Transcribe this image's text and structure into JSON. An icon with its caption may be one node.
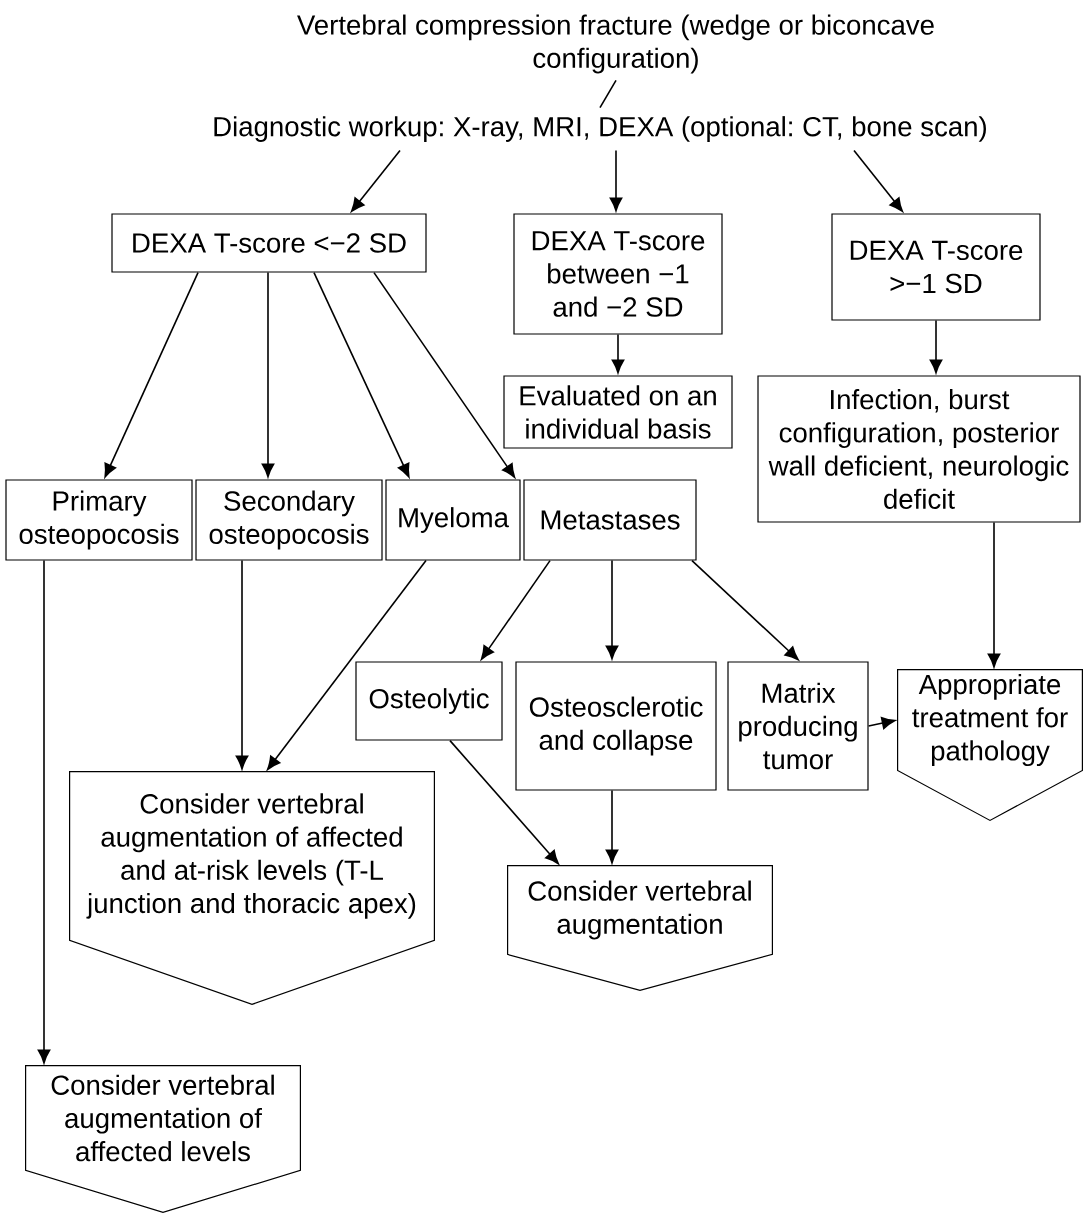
{
  "diagram": {
    "nodes": [
      {
        "text": [
          "Vertebral compression fracture (wedge or biconcave configuration)"
        ]
      },
      {
        "text": [
          "Diagnostic workup: X-ray, MRI, DEXA (optional: CT, bone scan)"
        ]
      },
      {
        "text": [
          "DEXA T-score <−2 SD"
        ]
      },
      {
        "text": [
          "DEXA T-score between −1 and −2 SD"
        ]
      },
      {
        "text": [
          "DEXA T-score >−1 SD"
        ]
      },
      {
        "text": [
          "Evaluated on an individual basis"
        ]
      },
      {
        "text": [
          "Infection, burst configuration, posterior wall deficient, neurologic deficit"
        ]
      },
      {
        "text": [
          "Primary osteopocosis"
        ]
      },
      {
        "text": [
          "Secondary osteopocosis"
        ]
      },
      {
        "text": [
          "Myeloma"
        ]
      },
      {
        "text": [
          "Metastases"
        ]
      },
      {
        "text": [
          "Osteolytic"
        ]
      },
      {
        "text": [
          "Osteosclerotic and collapse"
        ]
      },
      {
        "text": [
          "Matrix producing tumor"
        ]
      },
      {
        "text": [
          "Appropriate treatment for pathology"
        ]
      },
      {
        "text": [
          "Consider vertebral augmentation of affected and at-risk levels (T-L junction and thoracic apex)"
        ]
      },
      {
        "text": [
          "Consider vertebral augmentation"
        ]
      },
      {
        "text": [
          "Consider vertebral augmentation of affected levels"
        ]
      }
    ],
    "edges": [
      {
        "from": 0,
        "to": 1,
        "arrow": "none"
      },
      {
        "from": 1,
        "to": 2,
        "arrow": "to"
      },
      {
        "from": 1,
        "to": 3,
        "arrow": "to"
      },
      {
        "from": 1,
        "to": 4,
        "arrow": "to"
      },
      {
        "from": 3,
        "to": 5,
        "arrow": "to"
      },
      {
        "from": 4,
        "to": 6,
        "arrow": "to"
      },
      {
        "from": 2,
        "to": 7,
        "arrow": "to"
      },
      {
        "from": 2,
        "to": 8,
        "arrow": "to"
      },
      {
        "from": 2,
        "to": 9,
        "arrow": "to"
      },
      {
        "from": 2,
        "to": 10,
        "arrow": "to"
      },
      {
        "from": 6,
        "to": 14,
        "arrow": "to"
      },
      {
        "from": 7,
        "to": 17,
        "arrow": "to"
      },
      {
        "from": 8,
        "to": 15,
        "arrow": "to"
      },
      {
        "from": 9,
        "to": 15,
        "arrow": "to"
      },
      {
        "from": 10,
        "to": 11,
        "arrow": "to"
      },
      {
        "from": 10,
        "to": 12,
        "arrow": "to"
      },
      {
        "from": 10,
        "to": 13,
        "arrow": "to"
      },
      {
        "from": 13,
        "to": 14,
        "arrow": "to"
      },
      {
        "from": 11,
        "to": 16,
        "arrow": "to"
      },
      {
        "from": 12,
        "to": 16,
        "arrow": "to"
      }
    ]
  }
}
